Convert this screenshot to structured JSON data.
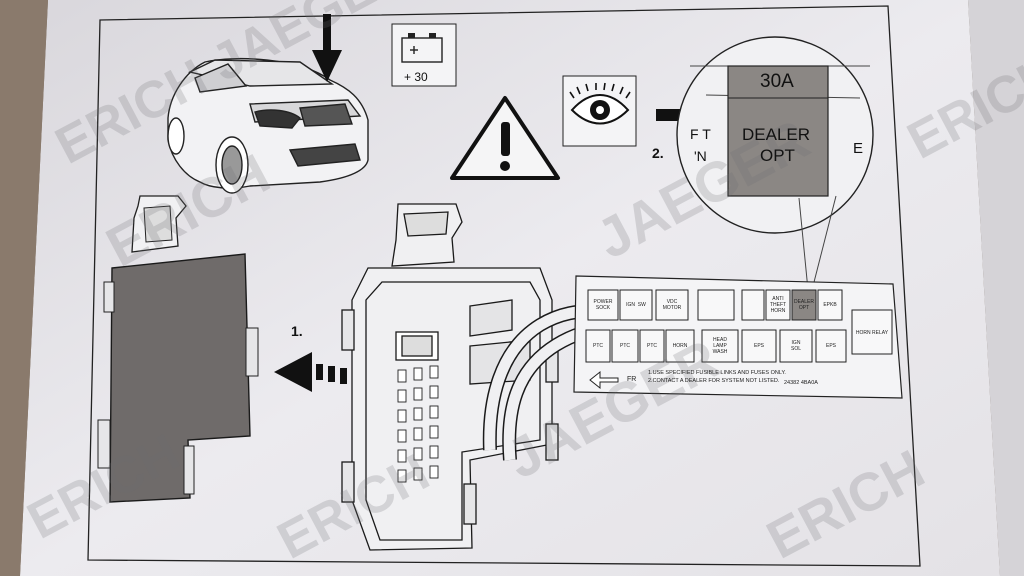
{
  "battery": {
    "label": "+ 30"
  },
  "steps": {
    "step1": "1.",
    "step2": "2."
  },
  "zoom": {
    "fuse_rating": "30A",
    "fuse_label_line1": "DEALER",
    "fuse_label_line2": "OPT",
    "left_fragment_1": "F T",
    "left_fragment_2": "'N",
    "right_fragment": "E"
  },
  "fuse_panel": {
    "row1": [
      {
        "id": "p-power",
        "lines": [
          "POWER",
          "SOCK"
        ]
      },
      {
        "id": "p-ign",
        "lines": [
          "IGN  SW"
        ]
      },
      {
        "id": "p-vdc",
        "lines": [
          "VDC",
          "MOTOR"
        ]
      },
      {
        "id": "p-blank1",
        "lines": [
          ""
        ]
      },
      {
        "id": "p-blank2",
        "lines": [
          ""
        ]
      },
      {
        "id": "p-anti",
        "lines": [
          "ANTI",
          "THEFT",
          "HORN"
        ]
      },
      {
        "id": "p-dealer",
        "lines": [
          "DEALER",
          "OPT"
        ]
      },
      {
        "id": "p-epkb",
        "lines": [
          "EPKB"
        ]
      }
    ],
    "row2": [
      {
        "id": "p-ptc1",
        "lines": [
          "PTC"
        ]
      },
      {
        "id": "p-ptc2",
        "lines": [
          "PTC"
        ]
      },
      {
        "id": "p-ptc3",
        "lines": [
          "PTC"
        ]
      },
      {
        "id": "p-horn",
        "lines": [
          "HORN"
        ]
      },
      {
        "id": "p-head",
        "lines": [
          "HEAD",
          "LAMP",
          "WASH"
        ]
      },
      {
        "id": "p-eps",
        "lines": [
          "EPS"
        ]
      },
      {
        "id": "p-ign-sol",
        "lines": [
          "IGN",
          "SOL"
        ]
      },
      {
        "id": "p-eps2",
        "lines": [
          "EPS"
        ]
      }
    ],
    "horn_relay": "HORN RELAY",
    "direction": "FR",
    "note1": "1.USE SPECIFIED FUSIBLE LINKS AND FUSES ONLY.",
    "note2": "2.CONTACT A DEALER FOR SYSTEM NOT LISTED.",
    "part_number": "24382 4BA0A"
  },
  "watermark": {
    "text1": "ERICH JAEGER",
    "text2": "ERICH",
    "text3": "JAEGER"
  },
  "colors": {
    "paper": "#ececef",
    "cover": "#6f6b6a",
    "line": "#1a1a1a",
    "dealer_fuse": "#8b8784"
  }
}
